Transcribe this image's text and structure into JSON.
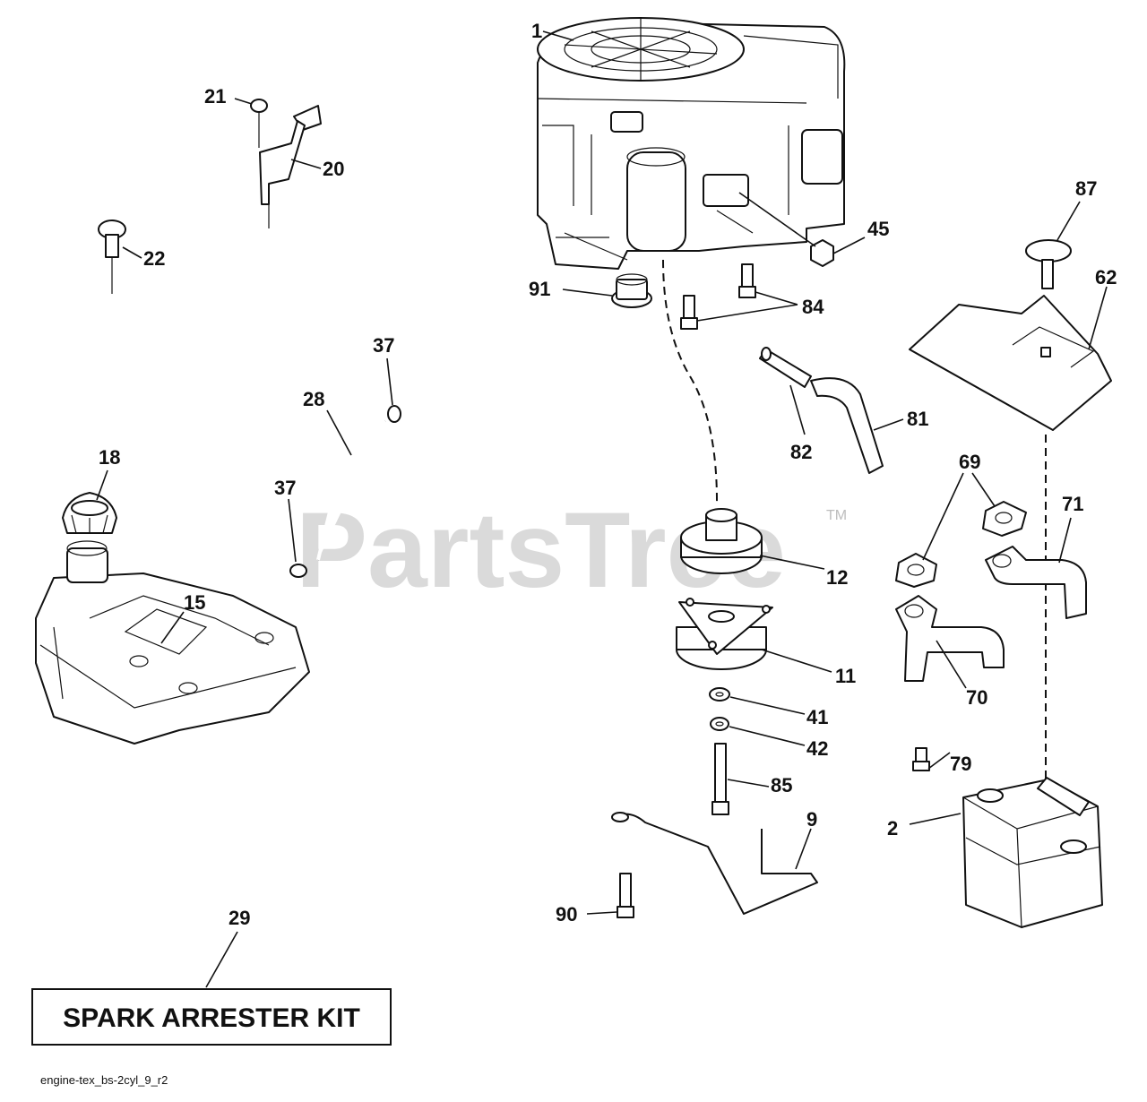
{
  "watermark": {
    "text": "PartsTree",
    "tm": "TM"
  },
  "callouts": {
    "c1": "1",
    "c2": "2",
    "c9": "9",
    "c11": "11",
    "c12": "12",
    "c15": "15",
    "c18": "18",
    "c20": "20",
    "c21": "21",
    "c22": "22",
    "c28": "28",
    "c29": "29",
    "c37a": "37",
    "c37b": "37",
    "c41": "41",
    "c42": "42",
    "c45": "45",
    "c62": "62",
    "c69": "69",
    "c70": "70",
    "c71": "71",
    "c79": "79",
    "c81": "81",
    "c82": "82",
    "c84": "84",
    "c85": "85",
    "c87": "87",
    "c90": "90",
    "c91": "91"
  },
  "kit_box": {
    "label": "SPARK ARRESTER KIT"
  },
  "footer": {
    "reference": "engine-tex_bs-2cyl_9_r2"
  }
}
